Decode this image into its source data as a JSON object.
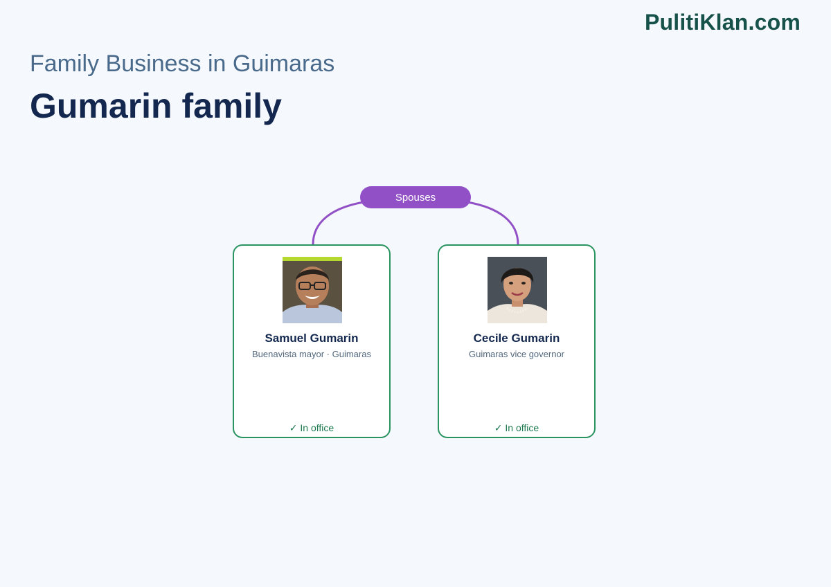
{
  "brand": "PulitiKlan.com",
  "header": {
    "subtitle": "Family Business in Guimaras",
    "title": "Gumarin family"
  },
  "relation": {
    "label": "Spouses",
    "color": "#9150c6"
  },
  "people": [
    {
      "name": "Samuel Gumarin",
      "role": "Buenavista mayor · Guimaras",
      "status_icon": "check-icon",
      "status": "✓ In office"
    },
    {
      "name": "Cecile Gumarin",
      "role": "Guimaras vice governor",
      "status_icon": "check-icon",
      "status": "✓ In office"
    }
  ],
  "colors": {
    "card_border": "#2a9461",
    "title": "#14284f",
    "brand": "#17524a"
  }
}
